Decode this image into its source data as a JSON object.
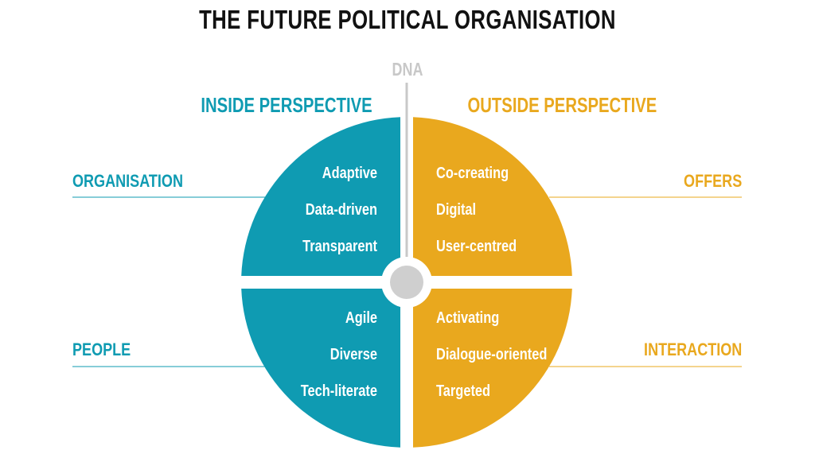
{
  "title": "THE FUTURE POLITICAL ORGANISATION",
  "dna": "DNA",
  "perspectives": {
    "inside": "INSIDE PERSPECTIVE",
    "outside": "OUTSIDE PERSPECTIVE"
  },
  "side_labels": {
    "organisation": "ORGANISATION",
    "people": "PEOPLE",
    "offers": "OFFERS",
    "interaction": "INTERACTION"
  },
  "quadrants": {
    "organisation": [
      "Adaptive",
      "Data-driven",
      "Transparent"
    ],
    "offers": [
      "Co-creating",
      "Digital",
      "User-centred"
    ],
    "people": [
      "Agile",
      "Diverse",
      "Tech-literate"
    ],
    "interaction": [
      "Activating",
      "Dialogue-oriented",
      "Targeted"
    ]
  },
  "colors": {
    "teal": "#0f9bb2",
    "orange": "#e9a81e",
    "center": "#cfcfcf",
    "dna_line": "#c8c8c8",
    "title": "#111111"
  }
}
